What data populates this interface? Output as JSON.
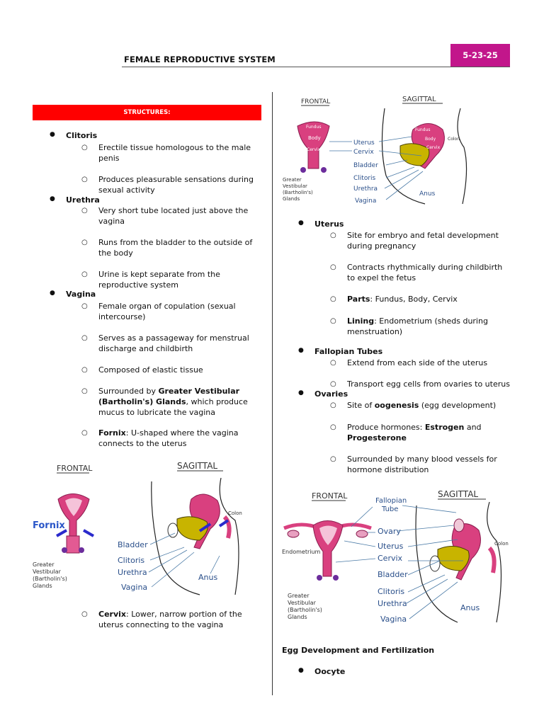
{
  "header": {
    "title": "FEMALE REPRODUCTIVE SYSTEM",
    "date": "5-23-25"
  },
  "left": {
    "banner": "STRUCTURES:",
    "clitoris": {
      "label": "Clitoris",
      "items": [
        "Erectile tissue homologous to the male penis",
        "Produces pleasurable sensations during sexual activity"
      ]
    },
    "urethra": {
      "label": "Urethra",
      "items": [
        "Very short tube located just above the vagina",
        "Runs from the bladder to the outside of the body",
        "Urine is kept separate from the reproductive system"
      ]
    },
    "vagina": {
      "label": "Vagina",
      "items": [
        "Female organ of copulation (sexual intercourse)",
        "Serves as a passageway for menstrual discharge and childbirth",
        "Composed of elastic tissue"
      ],
      "glands": {
        "pre": "Surrounded by ",
        "bold": "Greater Vestibular (Bartholin's) Glands",
        "post": ", which produce mucus to lubricate the vagina"
      },
      "fornix": {
        "bold": "Fornix",
        "post": ": U-shaped where the vagina connects to the uterus"
      }
    },
    "cervix": {
      "bold": "Cervix",
      "post": ": Lower, narrow portion of the uterus connecting to the vagina"
    },
    "figure": {
      "frontal": "FRONTAL",
      "sagittal": "SAGITTAL",
      "fornix": "Fornix",
      "colon": "Colon",
      "bladder": "Bladder",
      "clitoris": "Clitoris",
      "urethra": "Urethra",
      "vagina": "Vagina",
      "anus": "Anus",
      "glands_1": "Greater",
      "glands_2": "Vestibular",
      "glands_3": "(Bartholin's)",
      "glands_4": "Glands"
    }
  },
  "right": {
    "figure1": {
      "frontal": "FRONTAL",
      "sagittal": "SAGITTAL",
      "fundus": "Fundus",
      "body": "Body",
      "cervix_small": "Cervix",
      "uterus": "Uterus",
      "cervix": "Cervix",
      "bladder": "Bladder",
      "clitoris": "Clitoris",
      "urethra": "Urethra",
      "vagina": "Vagina",
      "anus": "Anus",
      "colon": "Colon",
      "glands_1": "Greater",
      "glands_2": "Vestibular",
      "glands_3": "(Bartholin's)",
      "glands_4": "Glands"
    },
    "uterus": {
      "label": "Uterus",
      "items": [
        "Site for embryo and fetal development during pregnancy",
        "Contracts rhythmically during childbirth to expel the fetus"
      ],
      "parts": {
        "bold": "Parts",
        "post": ": Fundus, Body, Cervix"
      },
      "lining": {
        "bold": "Lining",
        "post": ": Endometrium (sheds during menstruation)"
      }
    },
    "fallopian": {
      "label": "Fallopian Tubes",
      "items": [
        "Extend from each side of the uterus",
        "Transport egg cells from ovaries to uterus"
      ]
    },
    "ovaries": {
      "label": "Ovaries",
      "oogenesis": {
        "pre": "Site of ",
        "bold": "oogenesis",
        "post": " (egg development)"
      },
      "hormones": {
        "pre": "Produce hormones: ",
        "bold1": "Estrogen",
        "mid": " and ",
        "bold2": "Progesterone"
      },
      "vessels": "Surrounded by many blood vessels for hormone distribution"
    },
    "figure2": {
      "frontal": "FRONTAL",
      "sagittal": "SAGITTAL",
      "fallopian_1": "Fallopian",
      "fallopian_2": "Tube",
      "ovary": "Ovary",
      "uterus": "Uterus",
      "cervix": "Cervix",
      "bladder": "Bladder",
      "clitoris": "Clitoris",
      "urethra": "Urethra",
      "vagina": "Vagina",
      "anus": "Anus",
      "colon": "Colon",
      "endometrium": "Endometrium",
      "glands_1": "Greater",
      "glands_2": "Vestibular",
      "glands_3": "(Bartholin's)",
      "glands_4": "Glands"
    },
    "egg_heading": "Egg Development and Fertilization",
    "oocyte": "Oocyte"
  }
}
